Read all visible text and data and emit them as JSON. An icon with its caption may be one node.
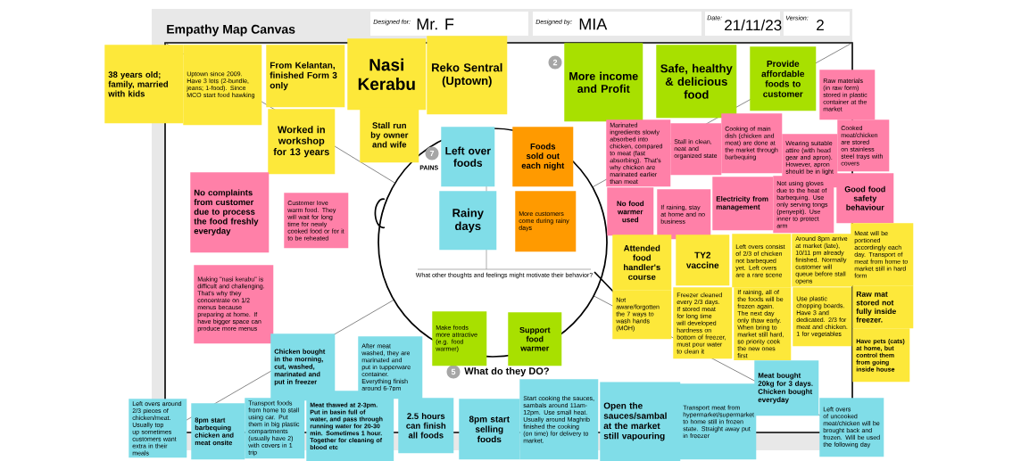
{
  "diagram": {
    "title": "Empathy Map Canvas",
    "nodes": [
      {
        "text": [
          "38 years old; family, married with kids"
        ]
      },
      {
        "text": [
          "Uptown since 2009. Have 3 lots (2-bundle, jeans; 1-food). Since MCO start food hawking"
        ]
      },
      {
        "text": [
          "From Kelantan, finished Form 3 only"
        ]
      },
      {
        "text": [
          "Nasi Kerabu"
        ]
      },
      {
        "text": [
          "Worked in workshop for 13 years"
        ]
      },
      {
        "text": [
          "Stall run by owner and wife"
        ]
      },
      {
        "text": [
          "Reko Sentral (Uptown)"
        ]
      },
      {
        "text": [
          "More income and Profit"
        ]
      },
      {
        "text": [
          "Safe, healthy & delicious food"
        ]
      },
      {
        "text": [
          "Provide affordable foods to customer"
        ]
      },
      {
        "text": [
          "Raw materials (in raw form) stored in plastic container at the market"
        ]
      },
      {
        "text": [
          "Marinated ingredients slowly absorbed into chicken, compared to meat (fast absorbing). That's why chicken are marinated earlier than meat"
        ]
      },
      {
        "text": [
          "Stall in clean, neat and organized state"
        ]
      },
      {
        "text": [
          "Cooking of main dish (chicken and meat) are done at the market through barbequing"
        ]
      },
      {
        "text": [
          "Wearing suitable attire (with head gear and apron). However, apron should be in light coloured"
        ]
      },
      {
        "text": [
          "Cooked meat/chicken are stored on stainless steel trays with covers"
        ]
      },
      {
        "text": [
          "No food warmer used"
        ]
      },
      {
        "text": [
          "If raining, stay at home and no business"
        ]
      },
      {
        "text": [
          "Electricity from management"
        ]
      },
      {
        "text": [
          "Not using gloves due to the heat of barbequing. Use only serving tongs (penyepit). Use inner to protect arm"
        ]
      },
      {
        "text": [
          "Good food safety behaviour"
        ]
      },
      {
        "text": [
          "No complaints from customer due to process the food freshly everyday"
        ]
      },
      {
        "text": [
          "Customer love warm food. They will wait for long time for newly cooked food or for it to be reheated"
        ]
      },
      {
        "text": [
          "Making \"nasi kerabu\" is difficult and challenging. That's why they concentrate on 1/2 menus because preparing at home. If have bigger space can produce more menus"
        ]
      },
      {
        "text": [
          "Left over foods"
        ]
      },
      {
        "text": [
          "Rainy days"
        ]
      },
      {
        "text": [
          "Foods sold out each night"
        ]
      },
      {
        "text": [
          "More customers come during rainy days"
        ]
      },
      {
        "text": [
          "Attended food handler's course"
        ]
      },
      {
        "text": [
          "Not aware/forgotten the 7 ways to wash hands (MOH)"
        ]
      },
      {
        "text": [
          "TY2 vaccine"
        ]
      },
      {
        "text": [
          "Freezer cleaned every 2/3 days. If stored meat for long time will developed hardness on bottom of freezer, must pour water to clean it"
        ]
      },
      {
        "text": [
          "Left overs consist of 2/3 of chicken not barbequed yet. Left overs are a rare scene"
        ]
      },
      {
        "text": [
          "If raining, all of the foods will be frozen again. The next day only thaw early. When bring to market still hard, so priority cook the new ones first"
        ]
      },
      {
        "text": [
          "Around 8pm arrive at market (late), 10/11 pm already finished. Normally customer will queue before stall opens"
        ]
      },
      {
        "text": [
          "Use plastic chopping boards. Have 3 and dedicated. 2/3 for meat and chicken. 1 for vegetables"
        ]
      },
      {
        "text": [
          "Meat will be portioned accordingly each day. Transport of meat from home to market still in hard form"
        ]
      },
      {
        "text": [
          "Raw mat stored not fully inside freezer."
        ]
      },
      {
        "text": [
          "Have pets (cats) at home, but control them from going inside house"
        ]
      },
      {
        "text": [
          "Meat bought 20kg for 3 days. Chicken bought everyday"
        ]
      },
      {
        "text": [
          "Left overs of uncooked meat/chicken will be brought back and frozen. Will be used the following day"
        ]
      },
      {
        "text": [
          "Transport meat from hypermarket/supermarket to home still in frozen state. Straight away put in freezer"
        ]
      },
      {
        "text": [
          "Open the sauces/sambal at the market still vapouring"
        ]
      },
      {
        "text": [
          "Start cooking the sauces, sambals around 11am-12pm. Use small heat. Usually around Maghrib finished the cooking (on time) for delivery to market."
        ]
      },
      {
        "text": [
          "8pm start selling foods"
        ]
      },
      {
        "text": [
          "2.5 hours can finish all foods"
        ]
      },
      {
        "text": [
          "After meat washed, they are marinated and put in tupperware container. Everything finish around 6-7pm"
        ]
      },
      {
        "text": [
          "Make foods more attractive (e.g. food warmer)"
        ]
      },
      {
        "text": [
          "Support food warmer"
        ]
      },
      {
        "text": [
          "Chicken bought in the morning, cut, washed, marinated and put in freezer"
        ]
      },
      {
        "text": [
          "Left overs around 2/3 pieces of chicken/meat. Usually top up sometimes customers want extra in their meals"
        ]
      },
      {
        "text": [
          "8pm start barbequing chicken and meat onsite"
        ]
      },
      {
        "text": [
          "Transport foods from home to stall using car. Put them in big plastic compartments (usually have 2) with covers in 1 trip"
        ]
      },
      {
        "text": [
          "Meat thawed at 2-3pm. Put in basin full of water, and pass through running water for 20-30 min. Sometimes 1 hour. Together for cleaning of blood etc"
        ]
      }
    ],
    "labels": [
      "Designed for:",
      "Mr. F",
      "Designed by:",
      "MIA",
      "Date:",
      "21/11/23",
      "Version:",
      "2",
      "2",
      "7",
      "PAINS",
      "What other thoughts and feelings might motivate their behavior?",
      "5",
      "What do they DO?"
    ]
  }
}
